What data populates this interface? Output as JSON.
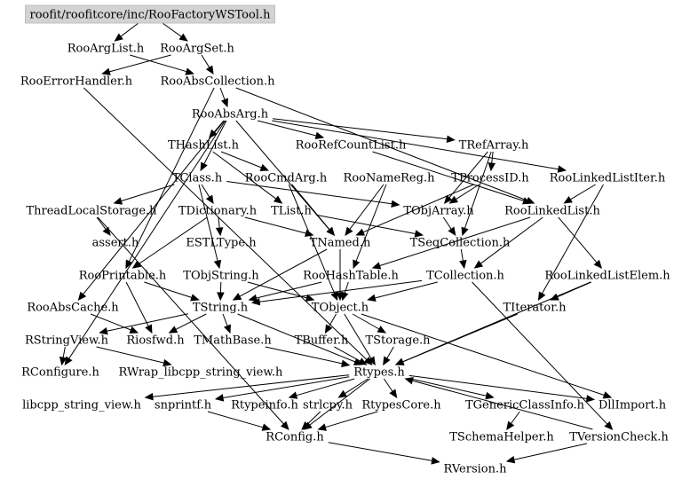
{
  "root": {
    "id": "root",
    "label": "roofit/roofitcore/inc/RooFactoryWSTool.h",
    "fill": "#d3d3d3",
    "border": "#bfbfbf"
  },
  "nodes": [
    {
      "id": "rooarglist",
      "label": "RooArgList.h"
    },
    {
      "id": "rooargset",
      "label": "RooArgSet.h"
    },
    {
      "id": "rooerrorhandler",
      "label": "RooErrorHandler.h"
    },
    {
      "id": "rooabscollection",
      "label": "RooAbsCollection.h"
    },
    {
      "id": "rooabsarg",
      "label": "RooAbsArg.h"
    },
    {
      "id": "thashlist",
      "label": "THashList.h"
    },
    {
      "id": "roorefcountlist",
      "label": "RooRefCountList.h"
    },
    {
      "id": "trefarray",
      "label": "TRefArray.h"
    },
    {
      "id": "tclass",
      "label": "TClass.h"
    },
    {
      "id": "roocmdarg",
      "label": "RooCmdArg.h"
    },
    {
      "id": "roonamereg",
      "label": "RooNameReg.h"
    },
    {
      "id": "tprocessid",
      "label": "TProcessID.h"
    },
    {
      "id": "roolinkedlistiter",
      "label": "RooLinkedListIter.h"
    },
    {
      "id": "threadlocalstorage",
      "label": "ThreadLocalStorage.h"
    },
    {
      "id": "tdictionary",
      "label": "TDictionary.h"
    },
    {
      "id": "tlist",
      "label": "TList.h"
    },
    {
      "id": "tobjarray",
      "label": "TObjArray.h"
    },
    {
      "id": "roolinkedlist",
      "label": "RooLinkedList.h"
    },
    {
      "id": "assert",
      "label": "assert.h"
    },
    {
      "id": "estltype",
      "label": "ESTLType.h"
    },
    {
      "id": "tnamed",
      "label": "TNamed.h"
    },
    {
      "id": "tseqcollection",
      "label": "TSeqCollection.h"
    },
    {
      "id": "rooprintable",
      "label": "RooPrintable.h"
    },
    {
      "id": "tobjstring",
      "label": "TObjString.h"
    },
    {
      "id": "roohashtable",
      "label": "RooHashTable.h"
    },
    {
      "id": "tcollection",
      "label": "TCollection.h"
    },
    {
      "id": "roolinkedlistelem",
      "label": "RooLinkedListElem.h"
    },
    {
      "id": "rooabscache",
      "label": "RooAbsCache.h"
    },
    {
      "id": "tstring",
      "label": "TString.h"
    },
    {
      "id": "tobject",
      "label": "TObject.h"
    },
    {
      "id": "titerator",
      "label": "TIterator.h"
    },
    {
      "id": "rstringview",
      "label": "RStringView.h"
    },
    {
      "id": "riosfwd",
      "label": "Riosfwd.h"
    },
    {
      "id": "tmathbase",
      "label": "TMathBase.h"
    },
    {
      "id": "tbuffer",
      "label": "TBuffer.h"
    },
    {
      "id": "tstorage",
      "label": "TStorage.h"
    },
    {
      "id": "rconfigure",
      "label": "RConfigure.h"
    },
    {
      "id": "rwrap",
      "label": "RWrap_libcpp_string_view.h"
    },
    {
      "id": "rtypes",
      "label": "Rtypes.h"
    },
    {
      "id": "libcpp",
      "label": "libcpp_string_view.h"
    },
    {
      "id": "snprintf",
      "label": "snprintf.h"
    },
    {
      "id": "rtypeinfo",
      "label": "Rtypeinfo.h"
    },
    {
      "id": "strlcpy",
      "label": "strlcpy.h"
    },
    {
      "id": "rtypescore",
      "label": "RtypesCore.h"
    },
    {
      "id": "tgenericclassinfo",
      "label": "TGenericClassInfo.h"
    },
    {
      "id": "dllimport",
      "label": "DllImport.h"
    },
    {
      "id": "rconfig",
      "label": "RConfig.h"
    },
    {
      "id": "tschemahelper",
      "label": "TSchemaHelper.h"
    },
    {
      "id": "tversioncheck",
      "label": "TVersionCheck.h"
    },
    {
      "id": "rversion",
      "label": "RVersion.h"
    }
  ]
}
